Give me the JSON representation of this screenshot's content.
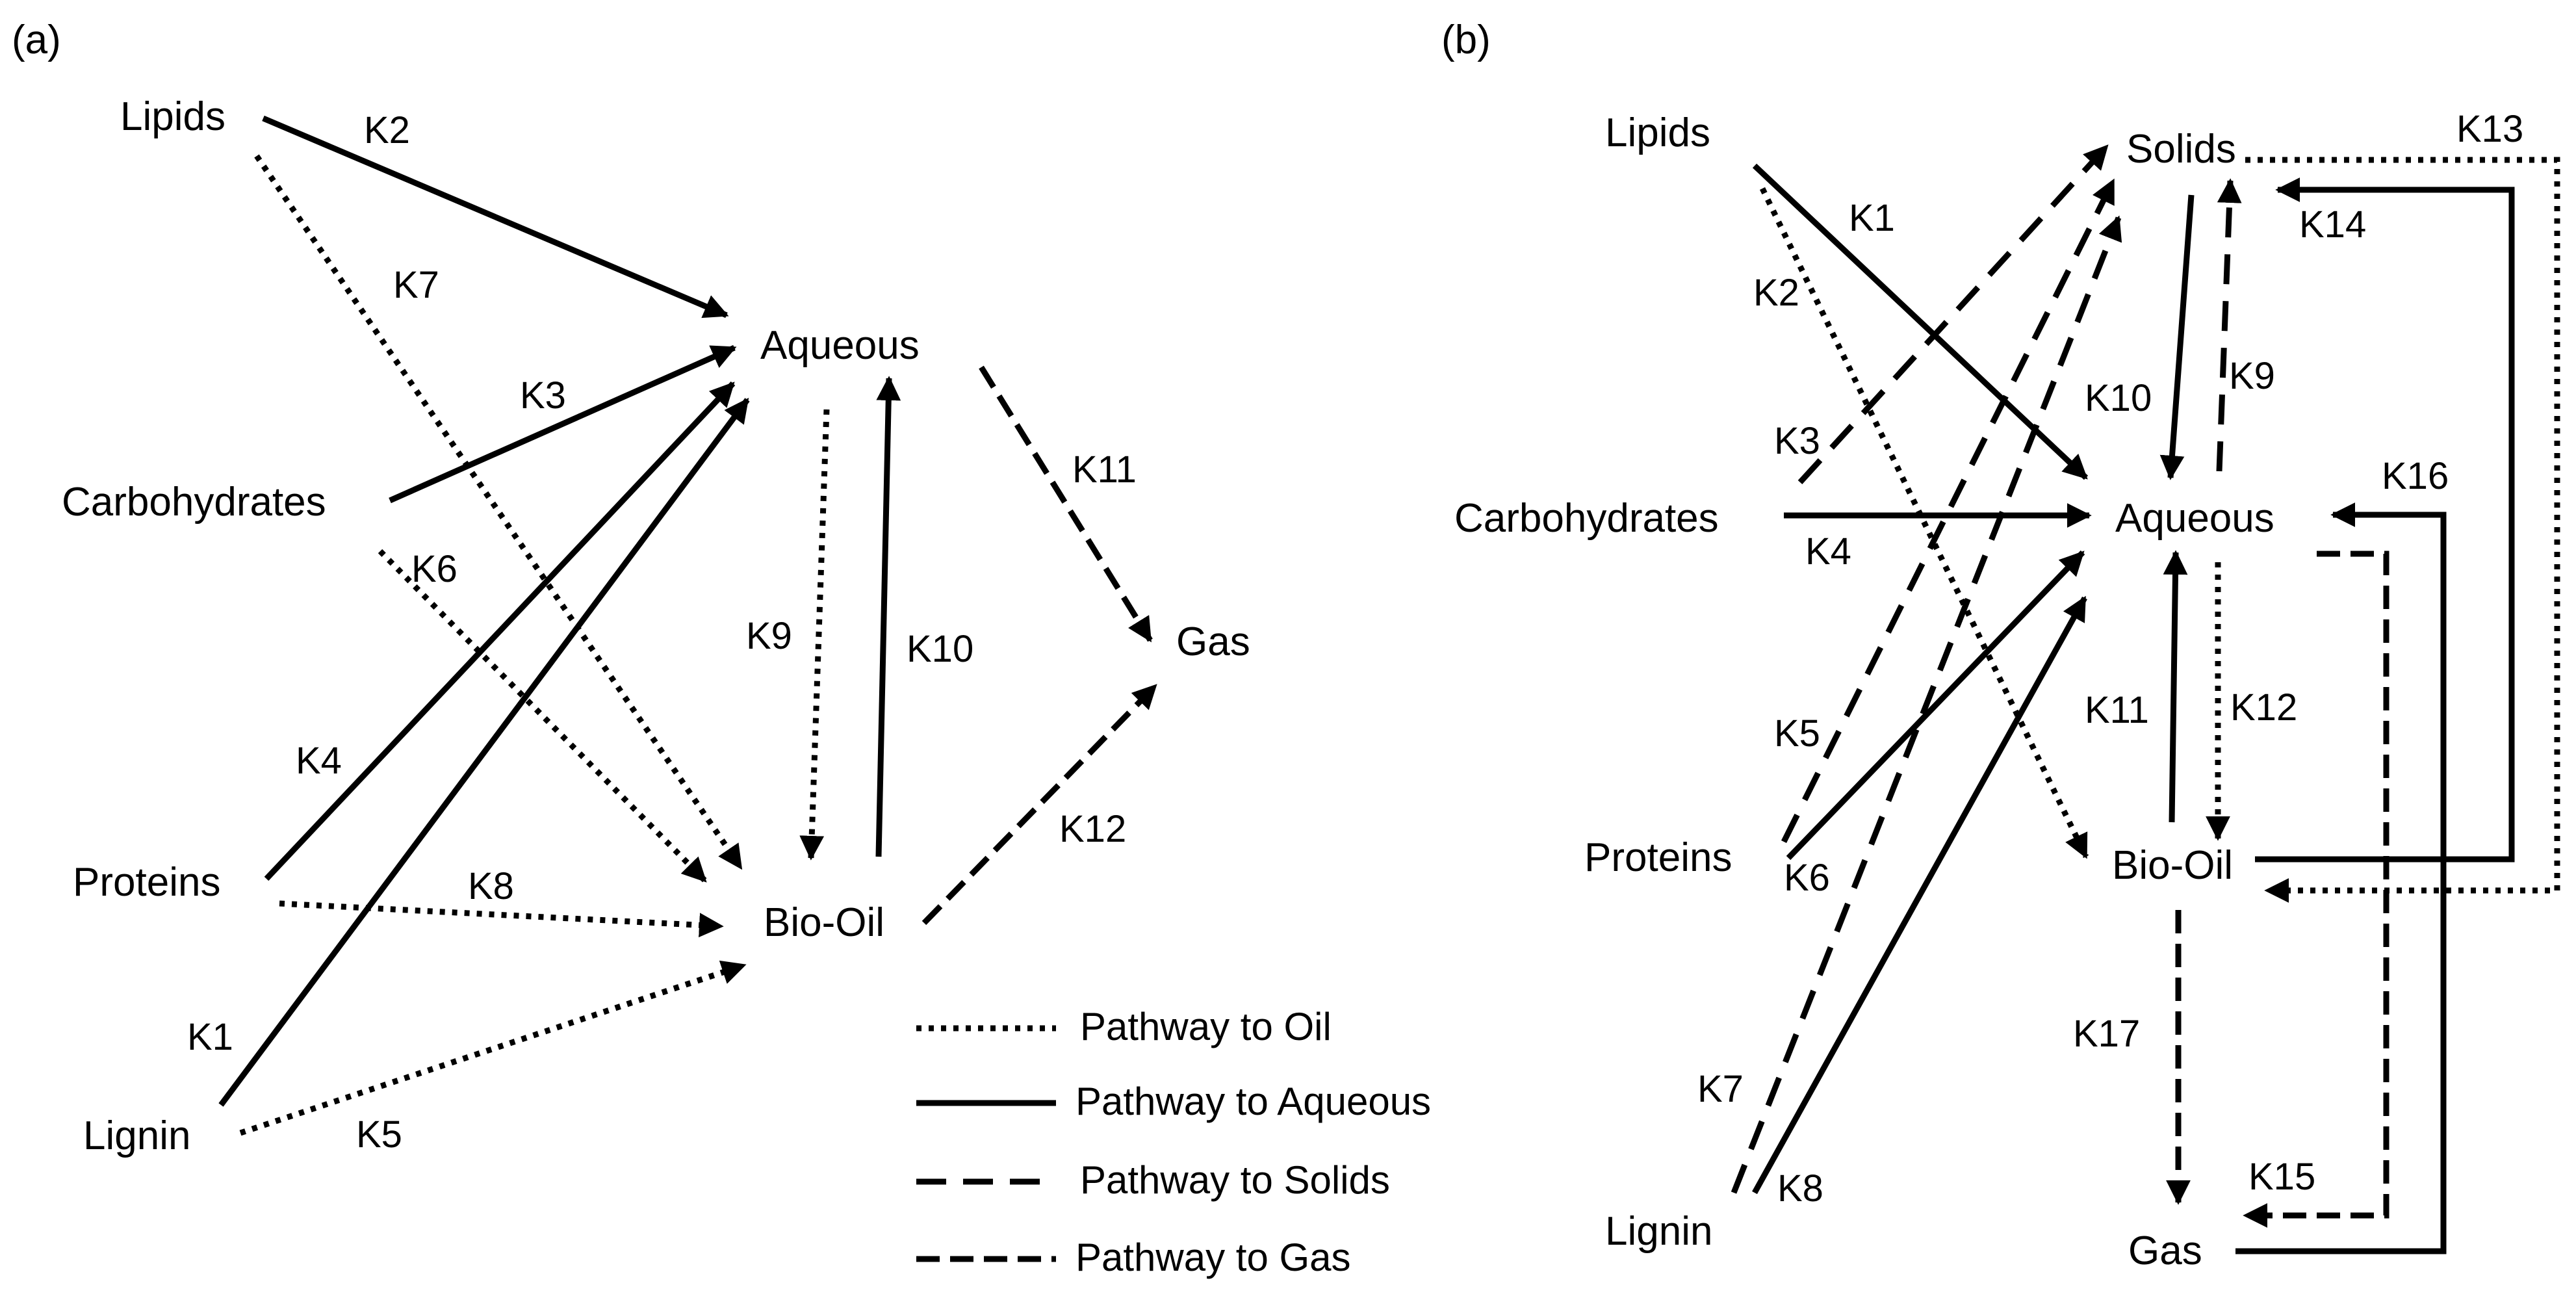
{
  "panel_a": {
    "label": "(a)",
    "nodes": {
      "lipids": "Lipids",
      "carbohydrates": "Carbohydrates",
      "proteins": "Proteins",
      "lignin": "Lignin",
      "aqueous": "Aqueous",
      "biooil": "Bio-Oil",
      "gas": "Gas"
    },
    "rates": [
      "K1",
      "K2",
      "K3",
      "K4",
      "K5",
      "K6",
      "K7",
      "K8",
      "K9",
      "K10",
      "K11",
      "K12"
    ]
  },
  "panel_b": {
    "label": "(b)",
    "nodes": {
      "lipids": "Lipids",
      "carbohydrates": "Carbohydrates",
      "proteins": "Proteins",
      "lignin": "Lignin",
      "solids": "Solids",
      "aqueous": "Aqueous",
      "biooil": "Bio-Oil",
      "gas": "Gas"
    },
    "rates": [
      "K1",
      "K2",
      "K3",
      "K4",
      "K5",
      "K6",
      "K7",
      "K8",
      "K9",
      "K10",
      "K11",
      "K12",
      "K13",
      "K14",
      "K15",
      "K16",
      "K17"
    ]
  },
  "legend": {
    "oil": "Pathway to Oil",
    "aqueous": "Pathway to Aqueous",
    "solids": "Pathway to Solids",
    "gas": "Pathway to Gas"
  }
}
